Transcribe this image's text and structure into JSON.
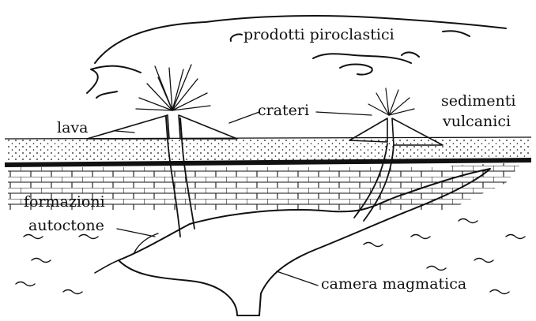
{
  "labels": {
    "pyroclastic": "prodotti piroclastici",
    "lava": "lava",
    "craters": "crateri",
    "sediments_line1": "sedimenti",
    "sediments_line2": "vulcanici",
    "formations_line1": "formazioni",
    "formations_line2": "autoctone",
    "magma_chamber": "camera  magmatica"
  },
  "colors": {
    "ink": "#111111",
    "paper": "#ffffff"
  }
}
